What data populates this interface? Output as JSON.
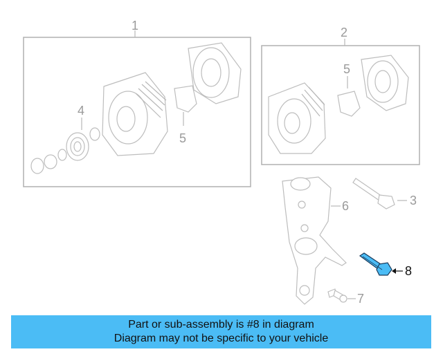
{
  "diagram": {
    "callouts": {
      "c1": "1",
      "c2": "2",
      "c3": "3",
      "c4": "4",
      "c5a": "5",
      "c5b": "5",
      "c6": "6",
      "c7": "7",
      "c8": "8"
    },
    "highlight_color": "#4bbcf5"
  },
  "banner": {
    "line1": "Part or sub-assembly is #8 in diagram",
    "line2": "Diagram may not be specific to your vehicle",
    "background": "#4bbcf5"
  }
}
